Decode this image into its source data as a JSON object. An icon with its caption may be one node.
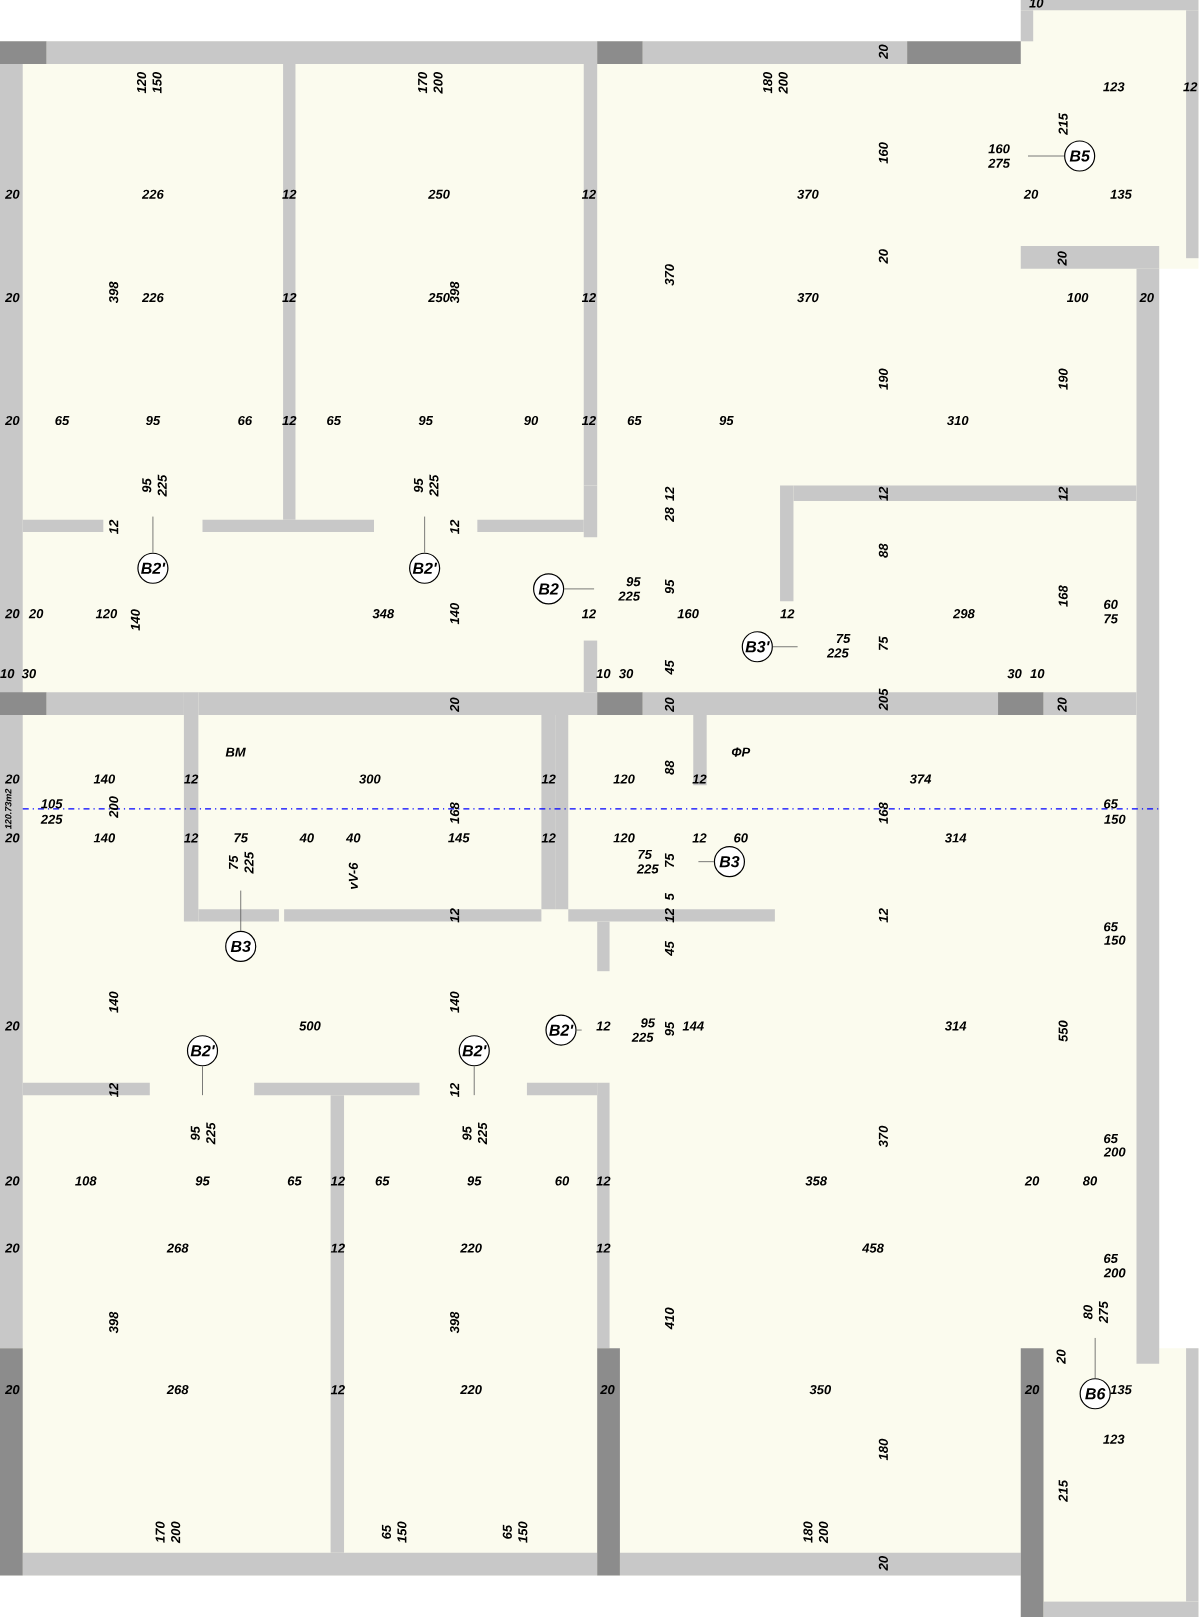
{
  "diagram": {
    "nodes": [
      {
        "text": [
          "B5"
        ]
      },
      {
        "text": [
          "B2'"
        ]
      },
      {
        "text": [
          "B2'"
        ]
      },
      {
        "text": [
          "B2"
        ]
      },
      {
        "text": [
          "B3'"
        ]
      },
      {
        "text": [
          "B3"
        ]
      },
      {
        "text": [
          "B3"
        ]
      },
      {
        "text": [
          "B2'"
        ]
      },
      {
        "text": [
          "B2'"
        ]
      },
      {
        "text": [
          "B2'"
        ]
      },
      {
        "text": [
          "B6"
        ]
      }
    ],
    "edges": [
      {
        "from": 0,
        "to": null,
        "arrow": "none"
      },
      {
        "from": 1,
        "to": null,
        "arrow": "none"
      },
      {
        "from": 2,
        "to": null,
        "arrow": "none"
      },
      {
        "from": 3,
        "to": null,
        "arrow": "none"
      },
      {
        "from": 4,
        "to": null,
        "arrow": "none"
      },
      {
        "from": 5,
        "to": null,
        "arrow": "none"
      },
      {
        "from": 6,
        "to": null,
        "arrow": "none"
      },
      {
        "from": 7,
        "to": null,
        "arrow": "none"
      },
      {
        "from": 8,
        "to": null,
        "arrow": "none"
      },
      {
        "from": 9,
        "to": null,
        "arrow": "none"
      },
      {
        "from": 10,
        "to": null,
        "arrow": "none"
      }
    ],
    "labels": [
      "10",
      "120",
      "150",
      "170",
      "200",
      "180",
      "200",
      "20",
      "123",
      "12",
      "215",
      "160",
      "160",
      "275",
      "20",
      "226",
      "12",
      "250",
      "12",
      "370",
      "20",
      "135",
      "20",
      "20",
      "370",
      "398",
      "398",
      "20",
      "226",
      "12",
      "250",
      "12",
      "370",
      "100",
      "20",
      "190",
      "190",
      "20",
      "65",
      "95",
      "66",
      "12",
      "65",
      "95",
      "90",
      "12",
      "65",
      "95",
      "310",
      "95",
      "225",
      "95",
      "225",
      "12",
      "12",
      "12",
      "28",
      "12",
      "12",
      "88",
      "95",
      "95",
      "225",
      "168",
      "60",
      "20",
      "20",
      "120",
      "348",
      "140",
      "12",
      "160",
      "12",
      "298",
      "75",
      "140",
      "75",
      "75",
      "225",
      "45",
      "10",
      "30",
      "10",
      "30",
      "30",
      "10",
      "205",
      "20",
      "20",
      "20",
      "BM",
      "ФР",
      "88",
      "20",
      "140",
      "12",
      "300",
      "12",
      "120",
      "12",
      "374",
      "105",
      "65",
      "200",
      "120.73m2",
      "168",
      "168",
      "225",
      "150",
      "20",
      "140",
      "12",
      "75",
      "40",
      "40",
      "145",
      "12",
      "120",
      "12",
      "60",
      "314",
      "75",
      "75",
      "225",
      "75",
      "225",
      "vV-6",
      "12",
      "5",
      "12",
      "12",
      "65",
      "150",
      "45",
      "140",
      "140",
      "20",
      "500",
      "12",
      "95",
      "225",
      "95",
      "144",
      "314",
      "550",
      "12",
      "12",
      "95",
      "225",
      "95",
      "225",
      "370",
      "65",
      "200",
      "20",
      "108",
      "95",
      "65",
      "12",
      "65",
      "95",
      "60",
      "12",
      "358",
      "20",
      "80",
      "20",
      "268",
      "12",
      "220",
      "12",
      "458",
      "65",
      "200",
      "410",
      "80",
      "275",
      "398",
      "398",
      "20",
      "20",
      "268",
      "12",
      "220",
      "20",
      "350",
      "20",
      "135",
      "123",
      "180",
      "215",
      "170",
      "200",
      "65",
      "150",
      "65",
      "150",
      "180",
      "200",
      "20"
    ]
  }
}
